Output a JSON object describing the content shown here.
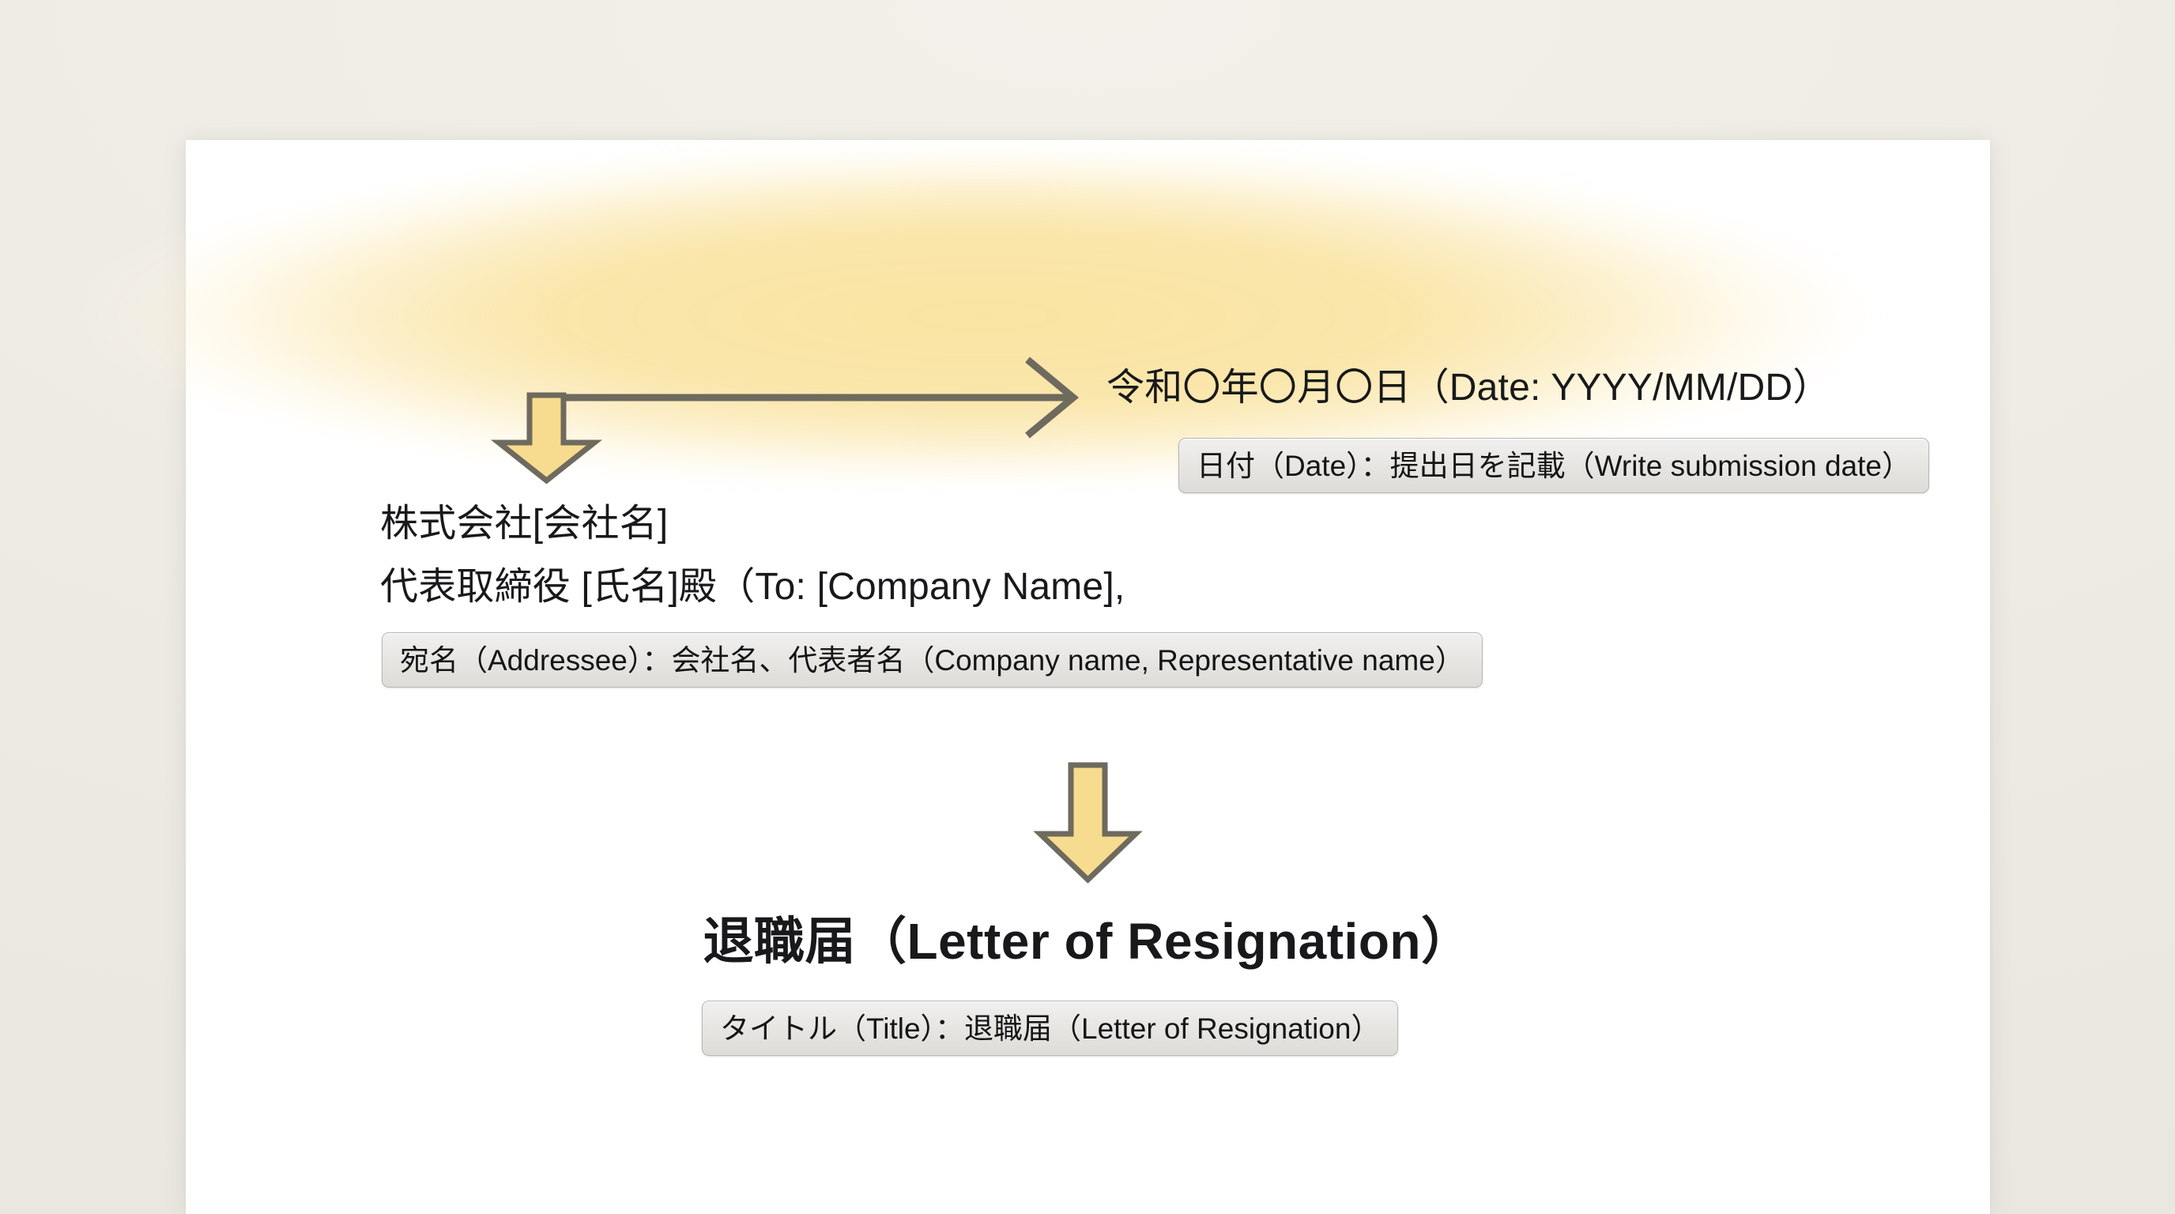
{
  "background": {
    "canvas_color": "#efece6",
    "page_color": "#ffffff"
  },
  "highlight": {
    "color": "#fae5a2",
    "description": "soft yellow highlight band over date and addressee block"
  },
  "document": {
    "date_line": "令和〇年〇月〇日（Date: YYYY/MM/DD）",
    "addressee_line1": "株式会社[会社名]",
    "addressee_line2": "代表取締役 [氏名]殿（To: [Company Name],",
    "title": "退職届（Letter of Resignation）"
  },
  "annotations": {
    "date_note": "日付（Date）：提出日を記載（Write submission date）",
    "addressee_note": "宛名（Addressee）：会社名、代表者名（Company name, Representative name）",
    "title_note": "タイトル（Title）：退職届（Letter of Resignation）"
  },
  "arrows": {
    "connector_label": "horizontal-connector-to-date",
    "down_arrow_1_label": "down-arrow-to-addressee",
    "down_arrow_2_label": "down-arrow-to-title",
    "fill_color": "#f7dc8f",
    "stroke_color": "#6e6a5e"
  }
}
